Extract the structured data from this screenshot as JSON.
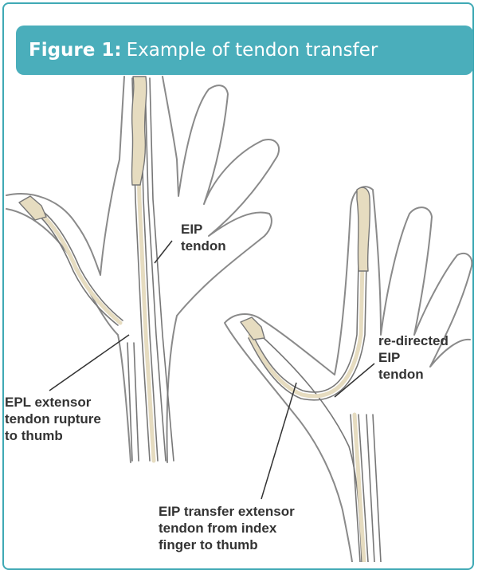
{
  "figure": {
    "label": "Figure 1:",
    "title": "Example of tendon transfer",
    "accent_color": "#4aaebb",
    "tendon_color": "#e6dcc0"
  },
  "annotations": {
    "eip_tendon": "EIP\ntendon",
    "epl_rupture": "EPL extensor\ntendon rupture\nto thumb",
    "redirected_eip": "re-directed\nEIP\ntendon",
    "eip_transfer": "EIP transfer extensor\ntendon from index\nfinger to thumb"
  }
}
